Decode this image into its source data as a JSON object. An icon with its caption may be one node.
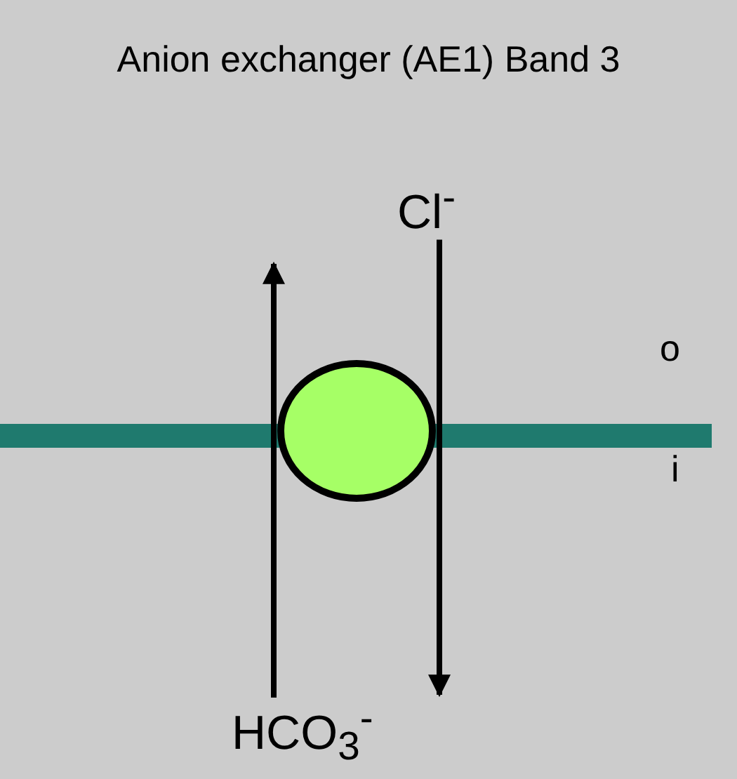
{
  "diagram": {
    "title": "Anion exchanger (AE1) Band 3",
    "nodes": [
      {
        "text": [
          "Cl$^{-}$"
        ]
      },
      {
        "text": [
          "HCO$_{3}$$^{-}$"
        ]
      },
      {
        "text": [],
        "shape": "circle"
      },
      {
        "text": [],
        "shape": "bar"
      }
    ],
    "edges": [
      {
        "from": 1,
        "to": null,
        "arrow": "to"
      },
      {
        "from": 0,
        "to": null,
        "arrow": "to"
      }
    ],
    "labels": [
      "o",
      "i"
    ]
  }
}
